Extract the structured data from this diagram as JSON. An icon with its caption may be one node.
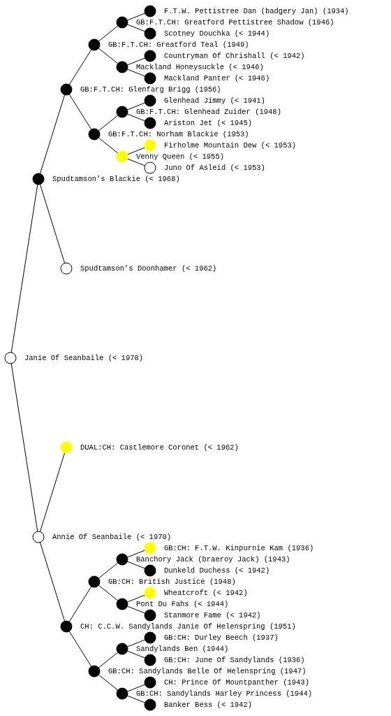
{
  "diagram": {
    "nodes": [
      {
        "text": [
          "F.T.W. Pettistree Dan (badgery Jan) (1934)"
        ]
      },
      {
        "text": [
          "GB:F.T.CH: Greatford Pettistree Shadow (1946)"
        ]
      },
      {
        "text": [
          "Scotney Douchka (< 1944)"
        ]
      },
      {
        "text": [
          "GB:F.T.CH: Greatford Teal (1949)"
        ]
      },
      {
        "text": [
          "Countryman Of Chrishall (< 1942)"
        ]
      },
      {
        "text": [
          "Mackland Honeysuckle (< 1946)"
        ]
      },
      {
        "text": [
          "Mackland Panter (< 1946)"
        ]
      },
      {
        "text": [
          "GB:F.T.CH: Glenfarg Brigg (1956)"
        ]
      },
      {
        "text": [
          "Glenhead Jimmy (< 1941)"
        ]
      },
      {
        "text": [
          "GB:F.T.CH: Glenhead Zuider (1948)"
        ]
      },
      {
        "text": [
          "Ariston Jet (< 1945)"
        ]
      },
      {
        "text": [
          "GB:F.T.CH: Norham Blackie (1953)"
        ]
      },
      {
        "text": [
          "Firholme Mountain Dew (< 1953)"
        ]
      },
      {
        "text": [
          "Venny Queen (< 1955)"
        ]
      },
      {
        "text": [
          "Juno Of Asleid (< 1953)"
        ]
      },
      {
        "text": [
          "Spudtamson’s Blackie (< 1968)"
        ]
      },
      {
        "text": [
          "Spudtamson’s Doonhamer (< 1962)"
        ]
      },
      {
        "text": [
          "Janie Of Seanbaile (< 1978)"
        ]
      },
      {
        "text": [
          "DUAL:CH: Castlemore Coronet (< 1962)"
        ]
      },
      {
        "text": [
          "Annie Of Seanbaile (< 1970)"
        ]
      },
      {
        "text": [
          "GB:CH: F.T.W. Kinpurnie Kam (1936)"
        ]
      },
      {
        "text": [
          "Banchory Jack (braeroy Jack) (1943)"
        ]
      },
      {
        "text": [
          "Dunkeld Duchess (< 1942)"
        ]
      },
      {
        "text": [
          "GB:CH: British Justice (1948)"
        ]
      },
      {
        "text": [
          "Wheatcroft (< 1942)"
        ]
      },
      {
        "text": [
          "Pont Du Fahs (< 1944)"
        ]
      },
      {
        "text": [
          "Stanmore Fame (< 1942)"
        ]
      },
      {
        "text": [
          "CH: C.C.W. Sandylands Janie Of Helenspring (1951)"
        ]
      },
      {
        "text": [
          "GB:CH: Durley Beech (1937)"
        ]
      },
      {
        "text": [
          "Sandylands Ben (1944)"
        ]
      },
      {
        "text": [
          "GB:CH: June Of Sandylands (1936)"
        ]
      },
      {
        "text": [
          "GB:CH: Sandylands Belle Of Helenspring (1947)"
        ]
      },
      {
        "text": [
          "CH: Prince Of Mountpanther (1943)"
        ]
      },
      {
        "text": [
          "GB:CH: Sandylands Harley Princess (1944)"
        ]
      },
      {
        "text": [
          "Banker Bess (< 1942)"
        ]
      }
    ],
    "edges": [
      {
        "from": 17,
        "to": 15,
        "arrow": "none"
      },
      {
        "from": 17,
        "to": 19,
        "arrow": "none"
      },
      {
        "from": 15,
        "to": 7,
        "arrow": "none"
      },
      {
        "from": 15,
        "to": 16,
        "arrow": "none"
      },
      {
        "from": 7,
        "to": 3,
        "arrow": "none"
      },
      {
        "from": 7,
        "to": 11,
        "arrow": "none"
      },
      {
        "from": 3,
        "to": 1,
        "arrow": "none"
      },
      {
        "from": 3,
        "to": 5,
        "arrow": "none"
      },
      {
        "from": 1,
        "to": 0,
        "arrow": "none"
      },
      {
        "from": 1,
        "to": 2,
        "arrow": "none"
      },
      {
        "from": 5,
        "to": 4,
        "arrow": "none"
      },
      {
        "from": 5,
        "to": 6,
        "arrow": "none"
      },
      {
        "from": 11,
        "to": 9,
        "arrow": "none"
      },
      {
        "from": 11,
        "to": 13,
        "arrow": "none"
      },
      {
        "from": 9,
        "to": 8,
        "arrow": "none"
      },
      {
        "from": 9,
        "to": 10,
        "arrow": "none"
      },
      {
        "from": 13,
        "to": 12,
        "arrow": "none"
      },
      {
        "from": 13,
        "to": 14,
        "arrow": "none"
      },
      {
        "from": 19,
        "to": 18,
        "arrow": "none"
      },
      {
        "from": 19,
        "to": 27,
        "arrow": "none"
      },
      {
        "from": 27,
        "to": 23,
        "arrow": "none"
      },
      {
        "from": 27,
        "to": 31,
        "arrow": "none"
      },
      {
        "from": 23,
        "to": 21,
        "arrow": "none"
      },
      {
        "from": 23,
        "to": 25,
        "arrow": "none"
      },
      {
        "from": 21,
        "to": 20,
        "arrow": "none"
      },
      {
        "from": 21,
        "to": 22,
        "arrow": "none"
      },
      {
        "from": 25,
        "to": 24,
        "arrow": "none"
      },
      {
        "from": 25,
        "to": 26,
        "arrow": "none"
      },
      {
        "from": 31,
        "to": 29,
        "arrow": "none"
      },
      {
        "from": 31,
        "to": 33,
        "arrow": "none"
      },
      {
        "from": 29,
        "to": 28,
        "arrow": "none"
      },
      {
        "from": 29,
        "to": 30,
        "arrow": "none"
      },
      {
        "from": 33,
        "to": 32,
        "arrow": "none"
      },
      {
        "from": 33,
        "to": 34,
        "arrow": "none"
      }
    ]
  }
}
